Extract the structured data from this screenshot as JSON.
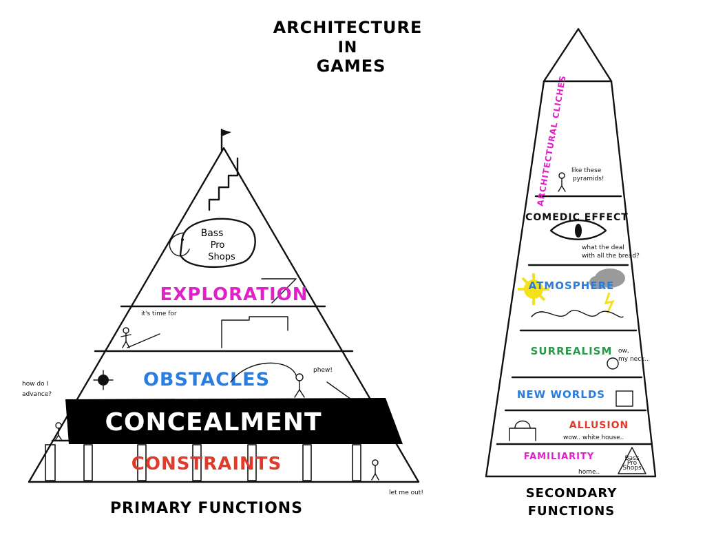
{
  "title_lines": [
    "ARCHITECTURE",
    "IN",
    "GAMES"
  ],
  "primary": {
    "caption": "PRIMARY FUNCTIONS",
    "levels": [
      {
        "label": "EXPLORATION",
        "color": "#e020c8"
      },
      {
        "label": "OBSTACLES",
        "color": "#2a7de0"
      },
      {
        "label": "CONCEALMENT",
        "color": "#ffffff"
      },
      {
        "label": "CONSTRAINTS",
        "color": "#e03a2a"
      }
    ],
    "sign_text": [
      "Bass",
      "Pro",
      "Shops"
    ],
    "notes": {
      "time_for": "it's time for",
      "phew": "phew!",
      "how_advance": [
        "how do I",
        "advance?"
      ],
      "let_me_out": "let me out!"
    }
  },
  "secondary": {
    "caption_lines": [
      "SECONDARY",
      "FUNCTIONS"
    ],
    "levels": [
      {
        "label": "ARCHITECTURAL CLICHES",
        "color": "#e020c8"
      },
      {
        "label": "COMEDIC EFFECT",
        "color": "#111111"
      },
      {
        "label": "ATMOSPHERE",
        "color": "#2a7de0"
      },
      {
        "label": "SURREALISM",
        "color": "#2a9a4a"
      },
      {
        "label": "NEW WORLDS",
        "color": "#2a7de0"
      },
      {
        "label": "ALLUSION",
        "color": "#e03a2a"
      },
      {
        "label": "FAMILIARITY",
        "color": "#e020c8"
      }
    ],
    "notes": {
      "like_these": [
        "like these",
        "pyramids!"
      ],
      "what_the": [
        "what the deal",
        "with all the bread?"
      ],
      "ouch": [
        "ow,",
        "my neck.."
      ],
      "wow": "wow.. white house..",
      "home": "home..",
      "mini_sign": [
        "Bass",
        "Pro",
        "Shops"
      ]
    }
  },
  "colors": {
    "ink": "#111111",
    "sun": "#f5e11a",
    "cloud": "#9a9a9a"
  }
}
